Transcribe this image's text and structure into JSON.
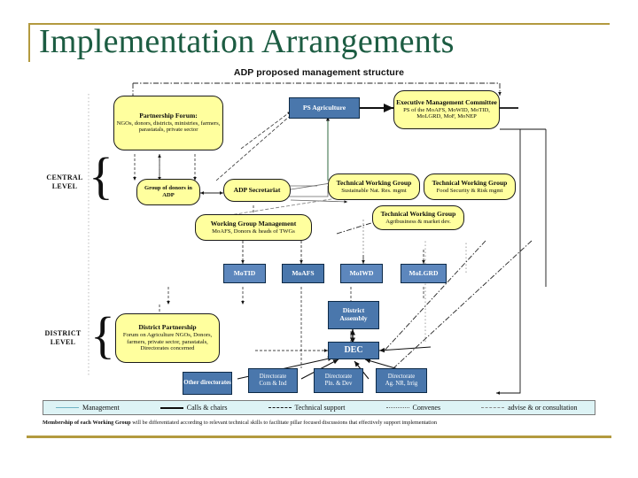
{
  "slide": {
    "title": "Implementation Arrangements",
    "accent_color": "#b39a3f",
    "title_color": "#1c5c42"
  },
  "diagram": {
    "subtitle": "ADP proposed management structure",
    "levels": [
      {
        "id": "central",
        "label_line1": "CENTRAL",
        "label_line2": "LEVEL"
      },
      {
        "id": "district",
        "label_line1": "DISTRICT",
        "label_line2": "LEVEL"
      }
    ],
    "yellow_color": "#ffff9e",
    "blue_color": "#4a77ac",
    "nodes": {
      "partnership_forum": {
        "head": "Partnership Forum:",
        "body": "NGOs, donors, districts, ministries, farmers, parastatals, private sector"
      },
      "ps_agriculture": {
        "head": "PS Agriculture"
      },
      "executive_management_committee": {
        "head": "Executive Management Committee",
        "body": "PS of the MoAFS, MoWID, MoTID, MoLGRD, MoF, MoNEP"
      },
      "group_of_donors": {
        "head": "Group of donors in ADP"
      },
      "adp_secretariat": {
        "head": "ADP Secretariat"
      },
      "twg_nrm": {
        "head": "Technical Working Group",
        "body": "Sustainable Nat. Res. mgmt"
      },
      "twg_food_security": {
        "head": "Technical Working Group",
        "body": "Food Security & Risk mgmt"
      },
      "twg_agribusiness": {
        "head": "Technical Working Group",
        "body": "Agribusiness & market dev."
      },
      "working_group_management": {
        "head": "Working Group Management",
        "body": "MoAFS, Donors & heads of TWGs"
      },
      "ministries": [
        {
          "label": "MoTID"
        },
        {
          "label": "MoAFS"
        },
        {
          "label": "MoIWD"
        },
        {
          "label": "MoLGRD"
        }
      ],
      "district_partnership": {
        "head": "District Partnership",
        "body": "Forum on Agriculture NGOs, Donors, farmers, private sector, parastatals, Directorates concerned"
      },
      "district_assembly": {
        "head": "District Assembly"
      },
      "dec": {
        "head": "DEC"
      },
      "directorates": [
        {
          "head": "Other directorates"
        },
        {
          "head": "Directorate",
          "body": "Com & Ind"
        },
        {
          "head": "Directorate",
          "body": "Pln. & Dev"
        },
        {
          "head": "Directorate",
          "body": "Ag. NR, Irrig"
        }
      ]
    },
    "legend": [
      {
        "style": "sw-mgmt",
        "label": "Management"
      },
      {
        "style": "sw-calls",
        "label": "Calls & chairs"
      },
      {
        "style": "sw-tech",
        "label": "Technical support"
      },
      {
        "style": "sw-conv",
        "label": "Convenes"
      },
      {
        "style": "sw-adv",
        "label": "advise & or consultation"
      }
    ],
    "footnote_bold_1": "Membership of each",
    "footnote_bold_2": "Working Group",
    "footnote_rest": "will be differentiated according to relevant technical skills to facilitate pillar focused discussions that effectively support implementation"
  }
}
